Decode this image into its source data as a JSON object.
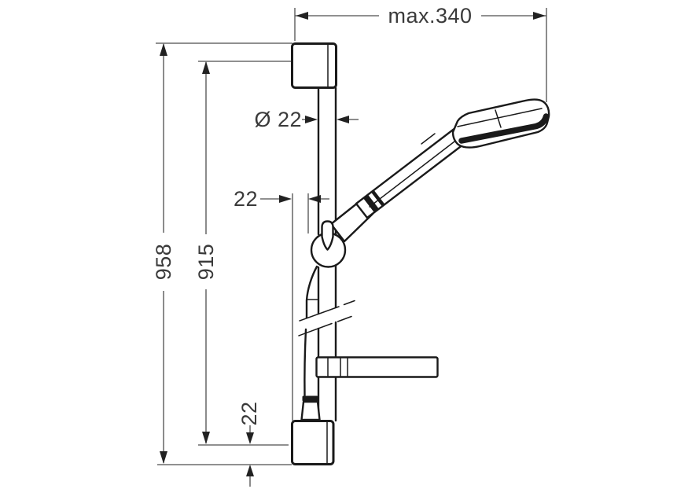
{
  "drawing": {
    "type": "technical dimension drawing",
    "subject": "shower slide bar with hand shower, holder, soap dish and hose",
    "dimensions": {
      "max_width": "max.340",
      "rail_diameter": "Ø 22",
      "holder_offset": "22",
      "total_height": "958",
      "hole_distance": "915",
      "bottom_offset": "22"
    },
    "colors": {
      "line": "#1a1a1a",
      "dimension_line": "#4d4d4d",
      "text": "#3a3a3a",
      "background": "#ffffff"
    }
  }
}
